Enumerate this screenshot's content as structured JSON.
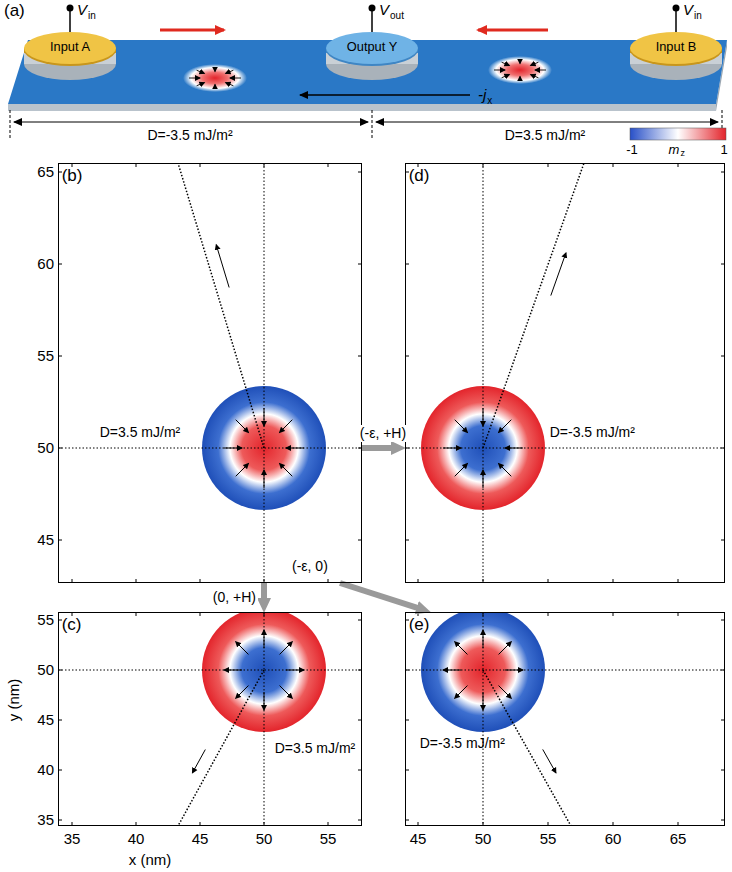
{
  "diagram": {
    "nodes": [
      {
        "text": [
          "Input A"
        ]
      },
      {
        "text": [
          "Output Y"
        ]
      },
      {
        "text": [
          "Input B"
        ]
      },
      {
        "text": [
          "(b)",
          "D=3.5 mJ/m²"
        ]
      },
      {
        "text": [
          "(d)",
          "D=-3.5 mJ/m²"
        ]
      },
      {
        "text": [
          "(c)",
          "D=3.5 mJ/m²"
        ]
      },
      {
        "text": [
          "(e)",
          "D=-3.5 mJ/m²"
        ]
      }
    ],
    "edges": [
      {
        "from": 3,
        "to": 4,
        "arrow": "to",
        "label": "(-ε, +H)"
      },
      {
        "from": 3,
        "to": 5,
        "arrow": "to",
        "label": "(0, +H)"
      },
      {
        "from": 3,
        "to": 6,
        "arrow": "to",
        "label": "(-ε, 0)"
      }
    ],
    "labels": [
      "(a)",
      "V",
      "in",
      "V",
      "out",
      "V",
      "in",
      "-j",
      "x",
      "D=-3.5 mJ/m²",
      "D=3.5 mJ/m²",
      "-1",
      "m",
      "z",
      "1",
      "65",
      "60",
      "55",
      "50",
      "45",
      "55",
      "50",
      "45",
      "40",
      "35",
      "35",
      "40",
      "45",
      "50",
      "55",
      "45",
      "50",
      "55",
      "60",
      "65",
      "y (nm)",
      "x (nm)"
    ]
  }
}
